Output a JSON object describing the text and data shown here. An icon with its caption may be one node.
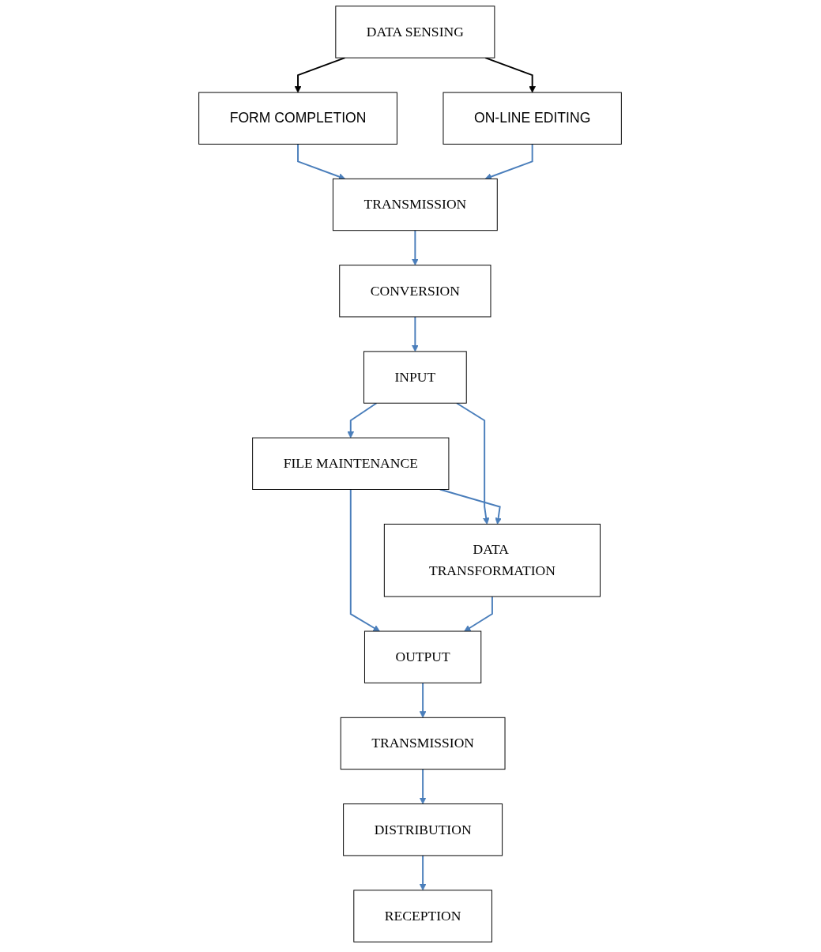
{
  "diagram": {
    "nodes": [
      {
        "text": [
          "DATA SENSING"
        ]
      },
      {
        "text": [
          "FORM COMPLETION"
        ]
      },
      {
        "text": [
          "ON-LINE EDITING"
        ]
      },
      {
        "text": [
          "TRANSMISSION"
        ]
      },
      {
        "text": [
          "CONVERSION"
        ]
      },
      {
        "text": [
          "INPUT"
        ]
      },
      {
        "text": [
          "FILE MAINTENANCE"
        ]
      },
      {
        "text": [
          "DATA TRANSFORMATION"
        ]
      },
      {
        "text": [
          "OUTPUT"
        ]
      },
      {
        "text": [
          "TRANSMISSION"
        ]
      },
      {
        "text": [
          "DISTRIBUTION"
        ]
      },
      {
        "text": [
          "RECEPTION"
        ]
      }
    ],
    "edges": [
      {
        "from": 0,
        "to": 1,
        "arrow": "to",
        "color": "#000000"
      },
      {
        "from": 0,
        "to": 2,
        "arrow": "to",
        "color": "#000000"
      },
      {
        "from": 1,
        "to": 3,
        "arrow": "to"
      },
      {
        "from": 2,
        "to": 3,
        "arrow": "to"
      },
      {
        "from": 3,
        "to": 4,
        "arrow": "to"
      },
      {
        "from": 4,
        "to": 5,
        "arrow": "to"
      },
      {
        "from": 5,
        "to": 6,
        "arrow": "to"
      },
      {
        "from": 5,
        "to": 7,
        "arrow": "to"
      },
      {
        "from": 6,
        "to": 7,
        "arrow": "to"
      },
      {
        "from": 6,
        "to": 8,
        "arrow": "to"
      },
      {
        "from": 7,
        "to": 8,
        "arrow": "to"
      },
      {
        "from": 8,
        "to": 9,
        "arrow": "to"
      },
      {
        "from": 9,
        "to": 10,
        "arrow": "to"
      },
      {
        "from": 10,
        "to": 11,
        "arrow": "to"
      }
    ]
  }
}
